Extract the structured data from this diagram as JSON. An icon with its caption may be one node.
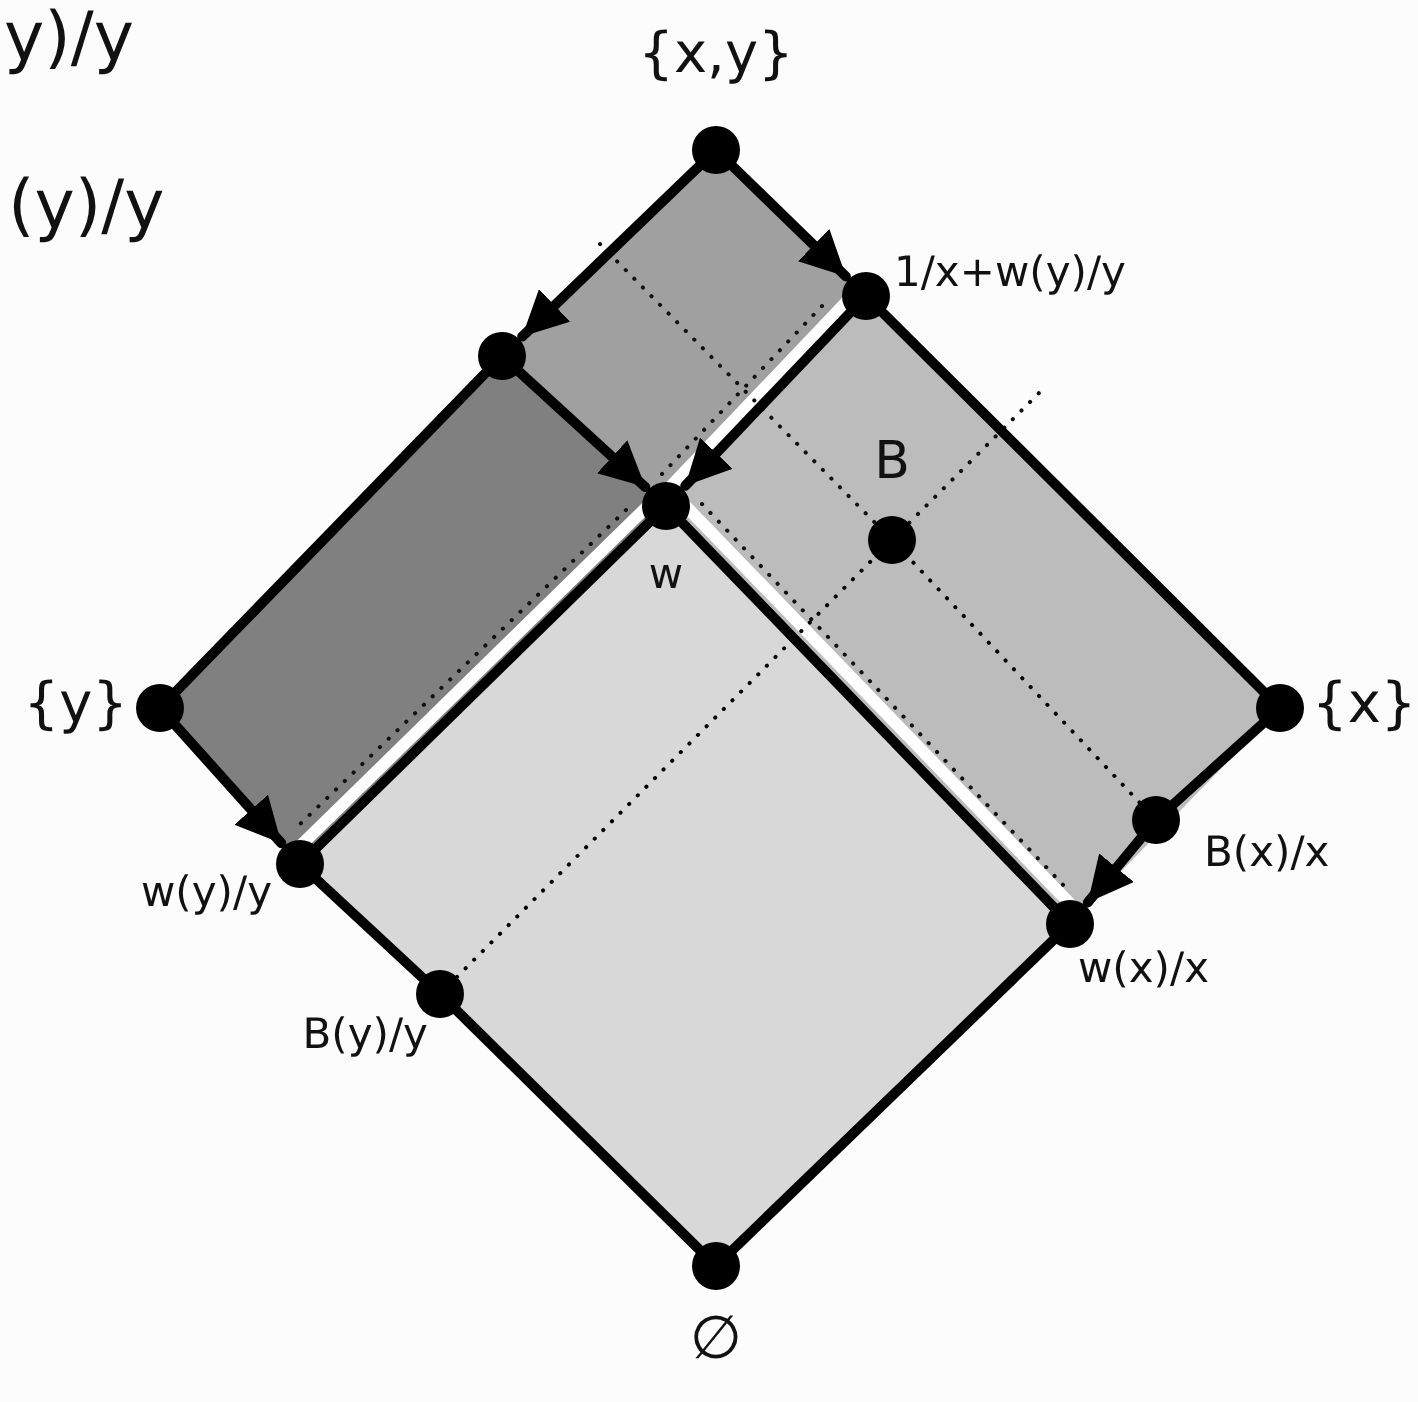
{
  "diagram": {
    "nodes": [
      {
        "text": [],
        "shape": "circle",
        "beside": [
          "{x,y}"
        ]
      },
      {
        "text": [],
        "shape": "circle",
        "beside": [
          "1/x+w(y)/y"
        ]
      },
      {
        "text": [],
        "shape": "circle"
      },
      {
        "text": [],
        "shape": "circle",
        "beside": [
          "w"
        ]
      },
      {
        "text": [],
        "shape": "circle",
        "beside": [
          "B"
        ]
      },
      {
        "text": [],
        "shape": "circle",
        "beside": [
          "{y}"
        ]
      },
      {
        "text": [],
        "shape": "circle",
        "beside": [
          "{x}"
        ]
      },
      {
        "text": [],
        "shape": "circle",
        "beside": [
          "w(y)/y"
        ]
      },
      {
        "text": [],
        "shape": "circle",
        "beside": [
          "B(x)/x"
        ]
      },
      {
        "text": [],
        "shape": "circle",
        "beside": [
          "w(x)/x"
        ]
      },
      {
        "text": [],
        "shape": "circle",
        "beside": [
          "B(y)/y"
        ]
      },
      {
        "text": [],
        "shape": "circle",
        "beside": [
          "∅"
        ]
      }
    ],
    "edges": [
      {
        "from": 0,
        "to": 1,
        "arrow": "to"
      },
      {
        "from": 0,
        "to": 2,
        "arrow": "to"
      },
      {
        "from": 1,
        "to": 6,
        "arrow": "none"
      },
      {
        "from": 2,
        "to": 5,
        "arrow": "none"
      },
      {
        "from": 2,
        "to": 3,
        "arrow": "to"
      },
      {
        "from": 1,
        "to": 3,
        "arrow": "to"
      },
      {
        "from": 5,
        "to": 7,
        "arrow": "to"
      },
      {
        "from": 3,
        "to": 7,
        "arrow": "none"
      },
      {
        "from": 3,
        "to": 9,
        "arrow": "none"
      },
      {
        "from": 8,
        "to": 9,
        "arrow": "to"
      },
      {
        "from": 6,
        "to": 8,
        "arrow": "none"
      },
      {
        "from": 7,
        "to": 10,
        "arrow": "none"
      },
      {
        "from": 10,
        "to": 11,
        "arrow": "none"
      },
      {
        "from": 11,
        "to": 9,
        "arrow": "none"
      },
      {
        "from": 10,
        "to": 4,
        "arrow": "none",
        "style": "dashed"
      },
      {
        "from": 8,
        "to": 4,
        "arrow": "none",
        "style": "dashed"
      }
    ],
    "labels": [
      "y)/y",
      "(y)/y"
    ]
  }
}
